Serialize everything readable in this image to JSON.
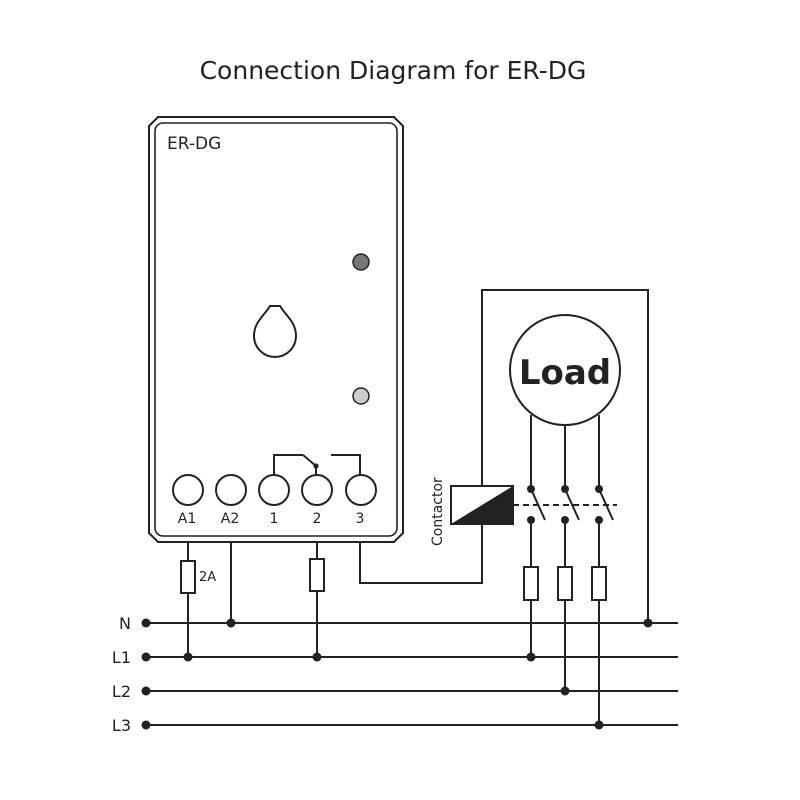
{
  "title": "Connection Diagram for ER-DG",
  "device": {
    "name": "ER-DG",
    "led_top_color": "#777777",
    "led_bottom_color": "#cccccc",
    "terminals": [
      "A1",
      "A2",
      "1",
      "2",
      "3"
    ]
  },
  "fuse_label": "2A",
  "contactor_label": "Contactor",
  "load_label": "Load",
  "lines": [
    "N",
    "L1",
    "L2",
    "L3"
  ]
}
